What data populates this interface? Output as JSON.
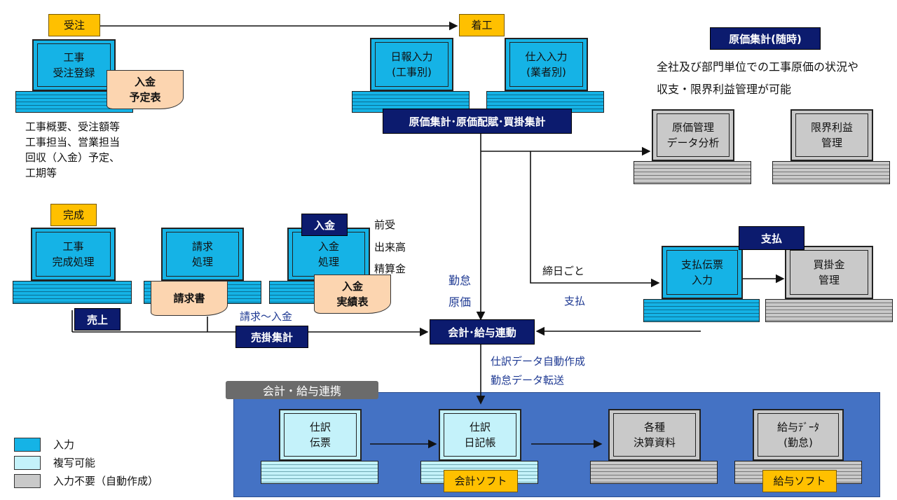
{
  "colors": {
    "input": "#15b3e6",
    "copy": "#c4f2fa",
    "auto": "#c9c9c9",
    "navy": "#0c1b6e",
    "yellow": "#ffc000",
    "panel": "#4472c4",
    "doc": "#fcd5b0"
  },
  "tags": {
    "order": "受注",
    "start": "着工",
    "complete": "完成",
    "payment_in": "入金",
    "cost_summary": "原価集計(随時)",
    "payout": "支払",
    "sales": "売上",
    "cost_calc": "原価集計･原価配賦･買掛集計",
    "receivable": "売掛集計",
    "accounting_link": "会計･給与連動",
    "panel_title": "会計・給与連携",
    "acct_soft": "会計ソフト",
    "payroll_soft": "給与ソフト"
  },
  "laptops": {
    "order_reg": "工事\n受注登録",
    "daily_report": "日報入力\n(工事別)",
    "purchase": "仕入入力\n(業者別)",
    "cost_mgmt": "原価管理\nデータ分析",
    "margin": "限界利益\n管理",
    "completion": "工事\n完成処理",
    "billing": "請求\n処理",
    "receipt": "入金\n処理",
    "pay_slip": "支払伝票\n入力",
    "ap": "買掛金\n管理",
    "journal_slip": "仕訳\n伝票",
    "journal_book": "仕訳\n日記帳",
    "statements": "各種\n決算資料",
    "payroll": "給与ﾃﾞｰﾀ\n(勤怠)"
  },
  "docs": {
    "deposit_schedule": "入金\n予定表",
    "invoice": "請求書",
    "deposit_record": "入金\n実績表"
  },
  "text": {
    "order_details": [
      "工事概要、受注額等",
      "工事担当、営業担当",
      "回収（入金）予定、",
      "工期等"
    ],
    "summary_desc": [
      "全社及び部門単位での工事原価の状況や",
      "収支・限界利益管理が可能"
    ],
    "receipt_types": [
      "前受",
      "出来高",
      "精算金"
    ],
    "attendance": "勤怠",
    "cost": "原価",
    "cutoff": "締日ごと",
    "pay": "支払",
    "bill_to_receipt": "請求～入金",
    "auto_journal": "仕訳データ自動作成",
    "attendance_transfer": "勤怠データ転送"
  },
  "legend": [
    {
      "label": "入力",
      "color": "#15b3e6"
    },
    {
      "label": "複写可能",
      "color": "#c4f2fa"
    },
    {
      "label": "入力不要（自動作成）",
      "color": "#c9c9c9"
    }
  ]
}
